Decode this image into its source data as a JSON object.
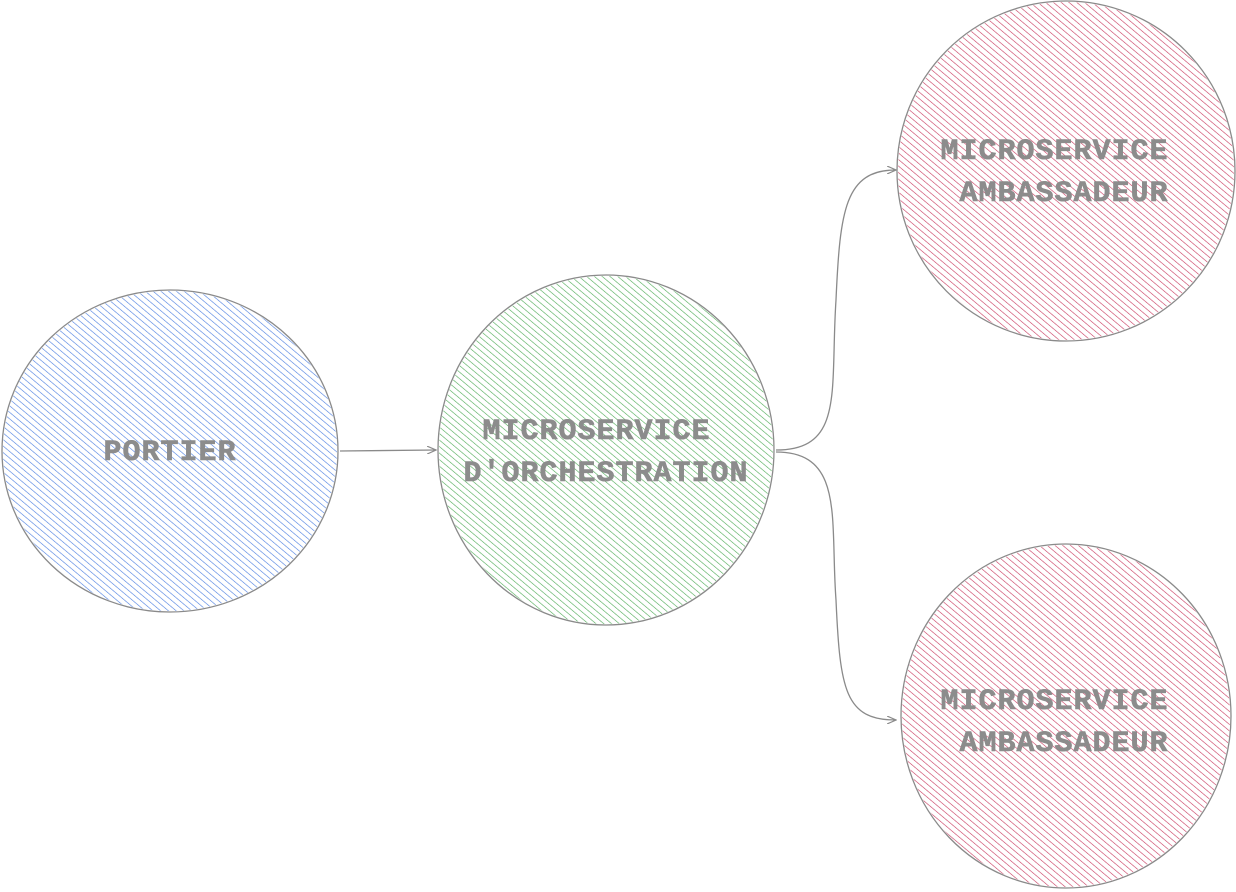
{
  "diagram": {
    "nodes": [
      {
        "id": "portier",
        "lines": [
          "PORTIER"
        ],
        "color": "#4a7de0"
      },
      {
        "id": "orchestration",
        "lines": [
          "MICROSERVICE",
          "D'ORCHESTRATION"
        ],
        "color": "#4caa55"
      },
      {
        "id": "ambassadeur-1",
        "lines": [
          "MICROSERVICE",
          "AMBASSADEUR"
        ],
        "color": "#c8385e"
      },
      {
        "id": "ambassadeur-2",
        "lines": [
          "MICROSERVICE",
          "AMBASSADEUR"
        ],
        "color": "#c8385e"
      }
    ],
    "edges": [
      {
        "from": "portier",
        "to": "orchestration"
      },
      {
        "from": "orchestration",
        "to": "ambassadeur-1"
      },
      {
        "from": "orchestration",
        "to": "ambassadeur-2"
      }
    ],
    "outline_color": "#8a8a8a",
    "label_color": "#8c8c8c",
    "fill_style": "hachure"
  }
}
